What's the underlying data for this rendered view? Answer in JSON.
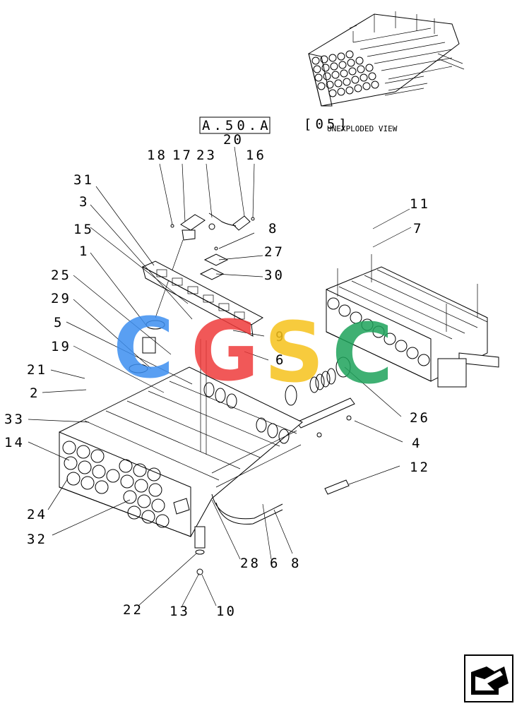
{
  "header": {
    "ref_code": "A.50.A",
    "section": "[05]",
    "view_label": "UNEXPLODED VIEW"
  },
  "callouts": {
    "p20": "20",
    "p18": "18",
    "p17": "17",
    "p23": "23",
    "p16": "16",
    "p31": "31",
    "p3": "3",
    "p15": "15",
    "p1": "1",
    "p25": "25",
    "p29": "29",
    "p5": "5",
    "p19": "19",
    "p21": "21",
    "p2": "2",
    "p33": "33",
    "p14": "14",
    "p24": "24",
    "p32": "32",
    "p22": "22",
    "p13": "13",
    "p10": "10",
    "p28": "28",
    "p6b": "6",
    "p8b": "8",
    "p8a": "8",
    "p27": "27",
    "p30": "30",
    "p9": "9",
    "p6a": "6",
    "p11": "11",
    "p7": "7",
    "p26": "26",
    "p4": "4",
    "p12": "12"
  },
  "watermark": {
    "letters": [
      "C",
      "G",
      "S",
      "C"
    ],
    "colors": [
      "#3d8ff0",
      "#ef3b3b",
      "#f6c21c",
      "#1ea35b"
    ]
  },
  "nav": {
    "icon": "arrow-nav-icon"
  }
}
